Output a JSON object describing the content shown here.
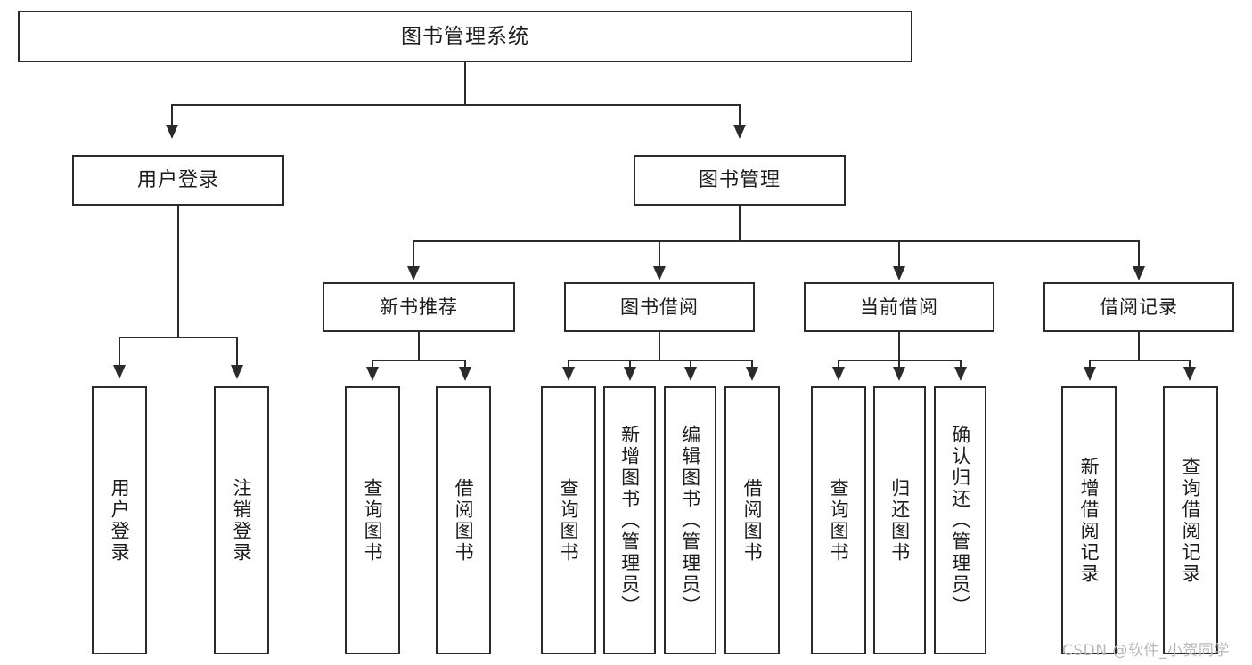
{
  "diagram": {
    "type": "tree",
    "title": "图书管理系统",
    "root": {
      "label": "图书管理系统"
    },
    "level1": [
      {
        "label": "用户登录"
      },
      {
        "label": "图书管理"
      }
    ],
    "level2": [
      {
        "label": "新书推荐"
      },
      {
        "label": "图书借阅"
      },
      {
        "label": "当前借阅"
      },
      {
        "label": "借阅记录"
      }
    ],
    "leaves": {
      "user_login": [
        {
          "label": "用户登录"
        },
        {
          "label": "注销登录"
        }
      ],
      "new_book_recommend": [
        {
          "label": "查询图书"
        },
        {
          "label": "借阅图书"
        }
      ],
      "book_borrow": [
        {
          "label": "查询图书"
        },
        {
          "label": "新增图书（管理员）"
        },
        {
          "label": "编辑图书（管理员）"
        },
        {
          "label": "借阅图书"
        }
      ],
      "current_borrow": [
        {
          "label": "查询图书"
        },
        {
          "label": "归还图书"
        },
        {
          "label": "确认归还（管理员）"
        }
      ],
      "borrow_record": [
        {
          "label": "新增借阅记录"
        },
        {
          "label": "查询借阅记录"
        }
      ]
    }
  },
  "watermark": {
    "text": "CSDN @软件_小贺同学"
  },
  "colors": {
    "stroke": "#2b2b2b",
    "background": "#ffffff",
    "text": "#1c1c1c",
    "watermark": "#b9b9b9"
  }
}
